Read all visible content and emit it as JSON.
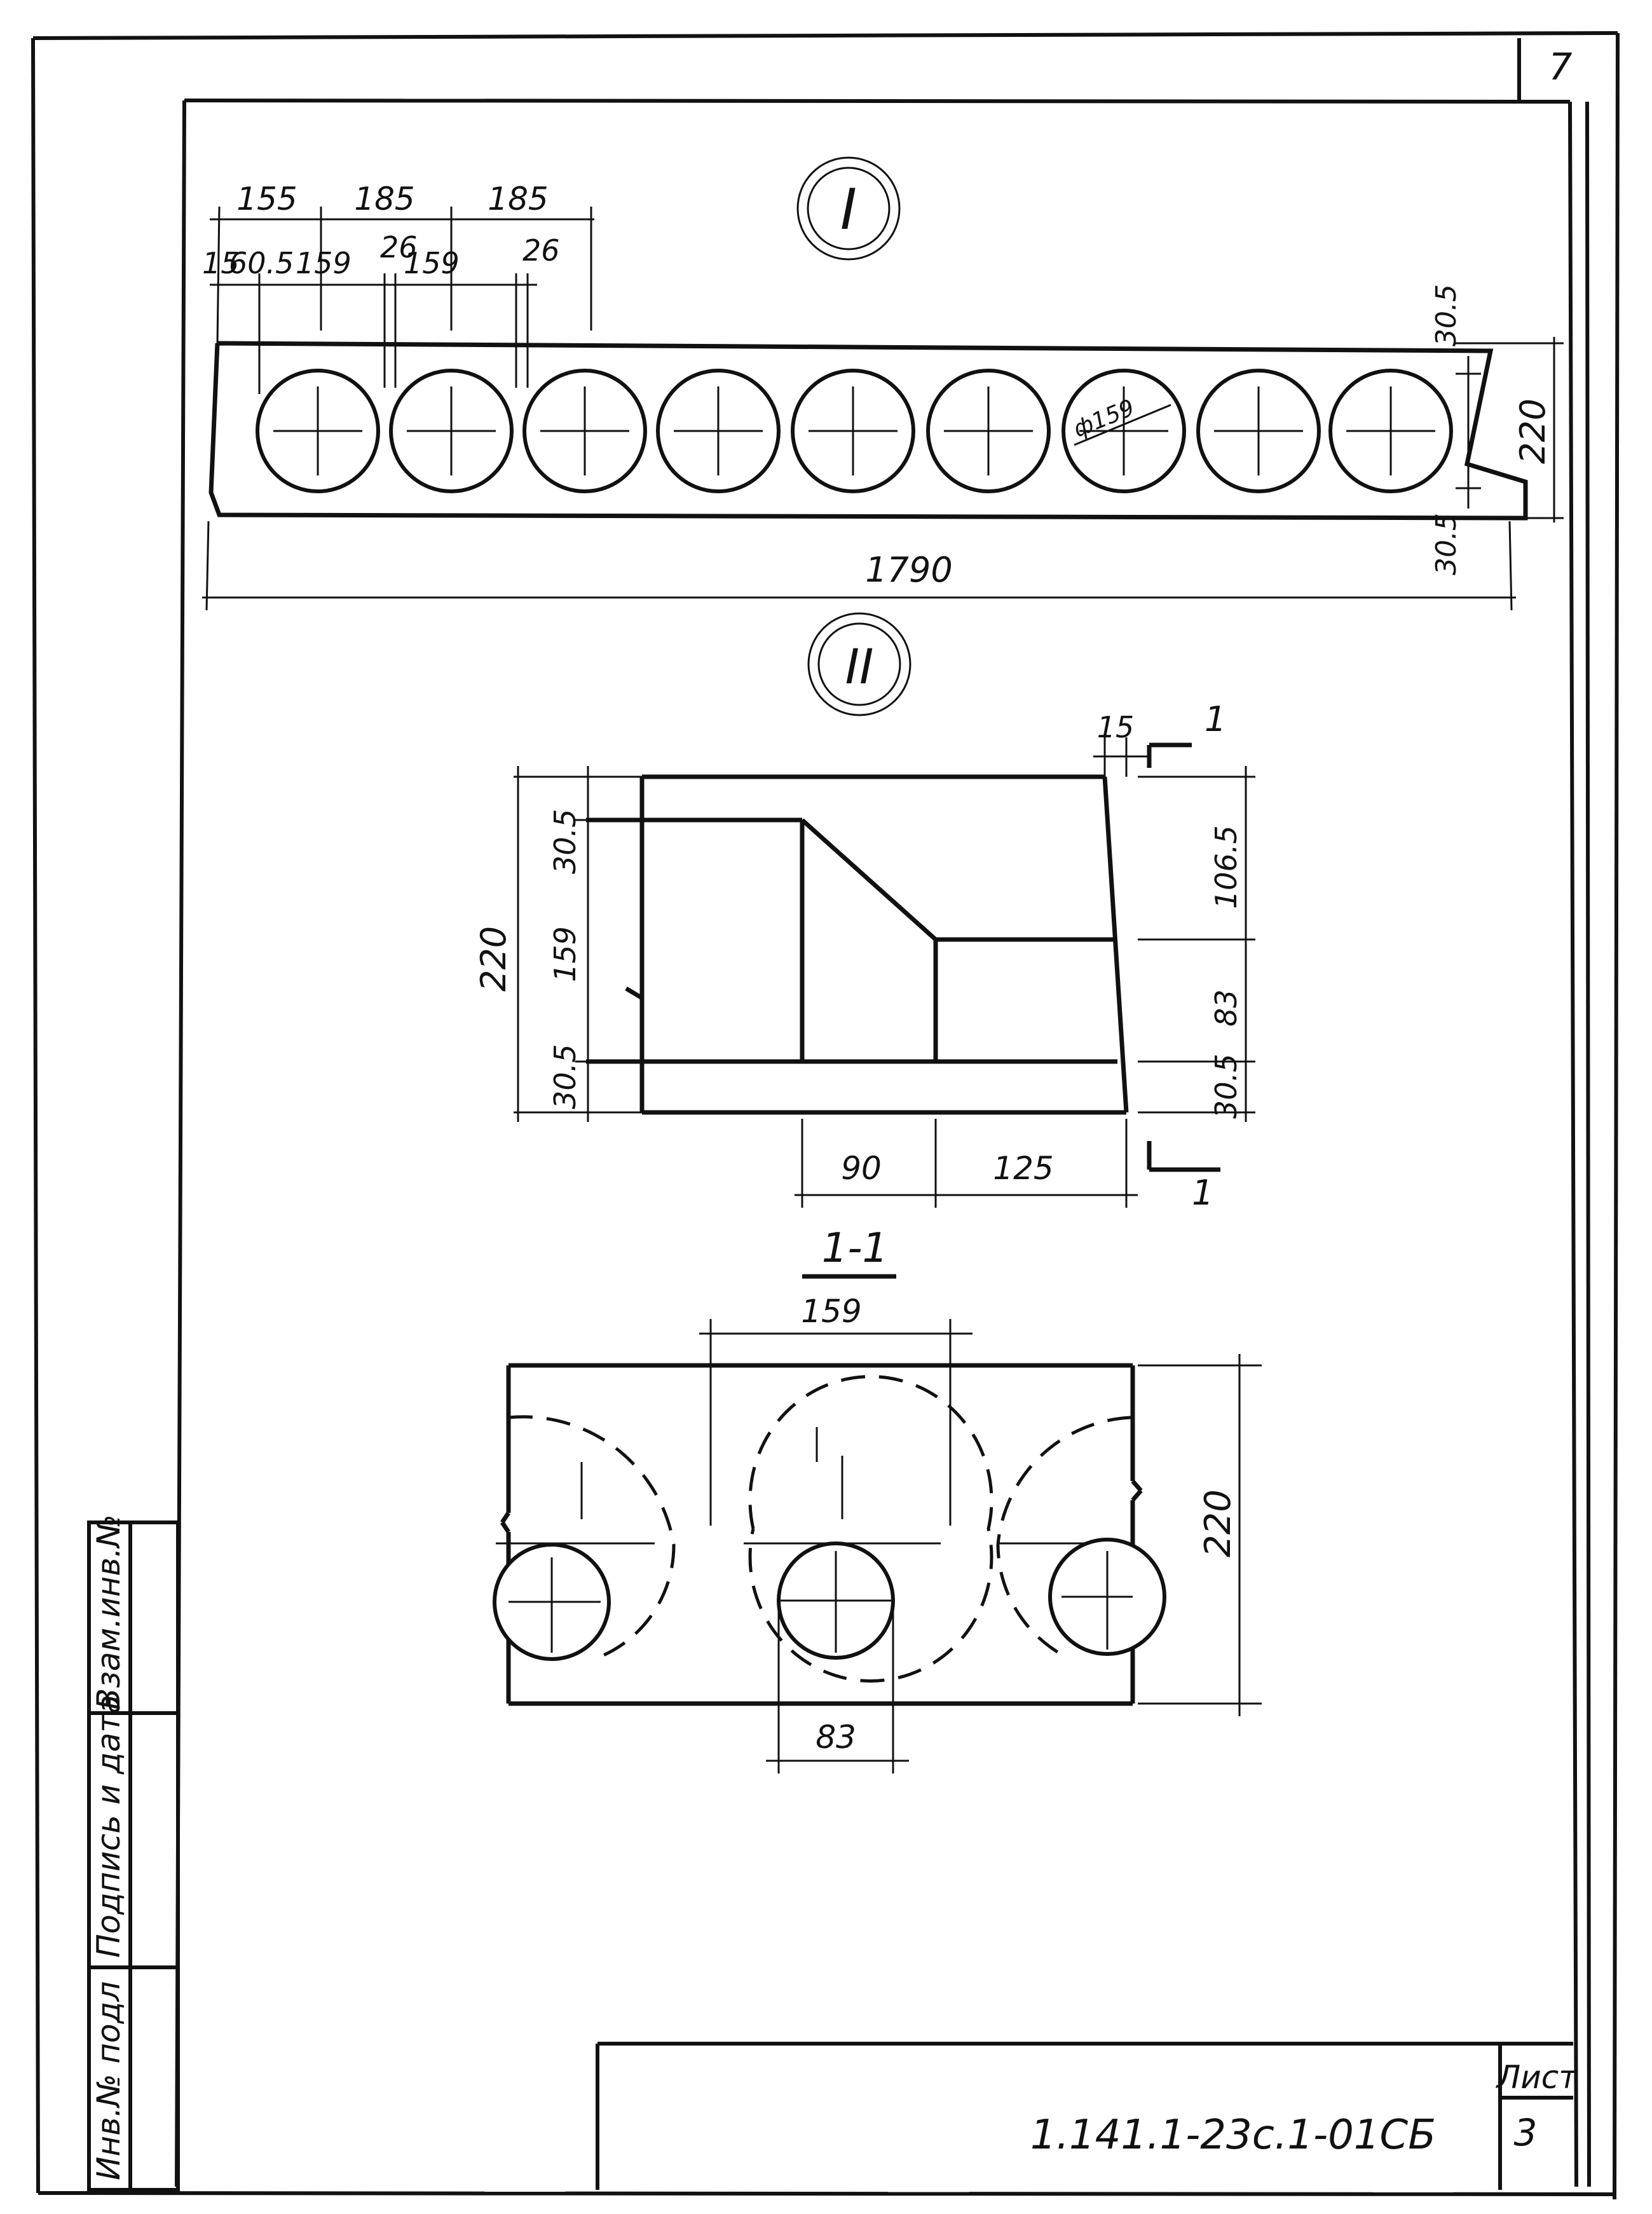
{
  "sheet": {
    "page_number": "7",
    "list_label": "Лист",
    "list_number": "3",
    "document_code": "1.141.1-23с.1-01СБ",
    "stamp_columns": [
      "Инв.№ подл",
      "Подпись и дата",
      "Взам.инв.№"
    ]
  },
  "view_1": {
    "marker": "I",
    "dims_top_row1": [
      "155",
      "185",
      "185"
    ],
    "dims_top_row2": [
      "15",
      "60.5",
      "159",
      "26",
      "159",
      "26"
    ],
    "hole_diameter": "ф159",
    "dim_right_top": "30.5",
    "dim_right_total": "220",
    "dim_right_bottom": "30.5",
    "dim_length": "1790"
  },
  "view_2": {
    "marker": "II",
    "dim_end": "15",
    "section_mark": "1",
    "left_dims": [
      "30.5",
      "159",
      "30.5"
    ],
    "left_total": "220",
    "right_dims": [
      "106.5",
      "83",
      "30.5"
    ],
    "bottom_dims": [
      "90",
      "125"
    ]
  },
  "section_1_1": {
    "title": "1-1",
    "dim_top": "159",
    "dim_right": "220",
    "dim_bottom": "83"
  }
}
